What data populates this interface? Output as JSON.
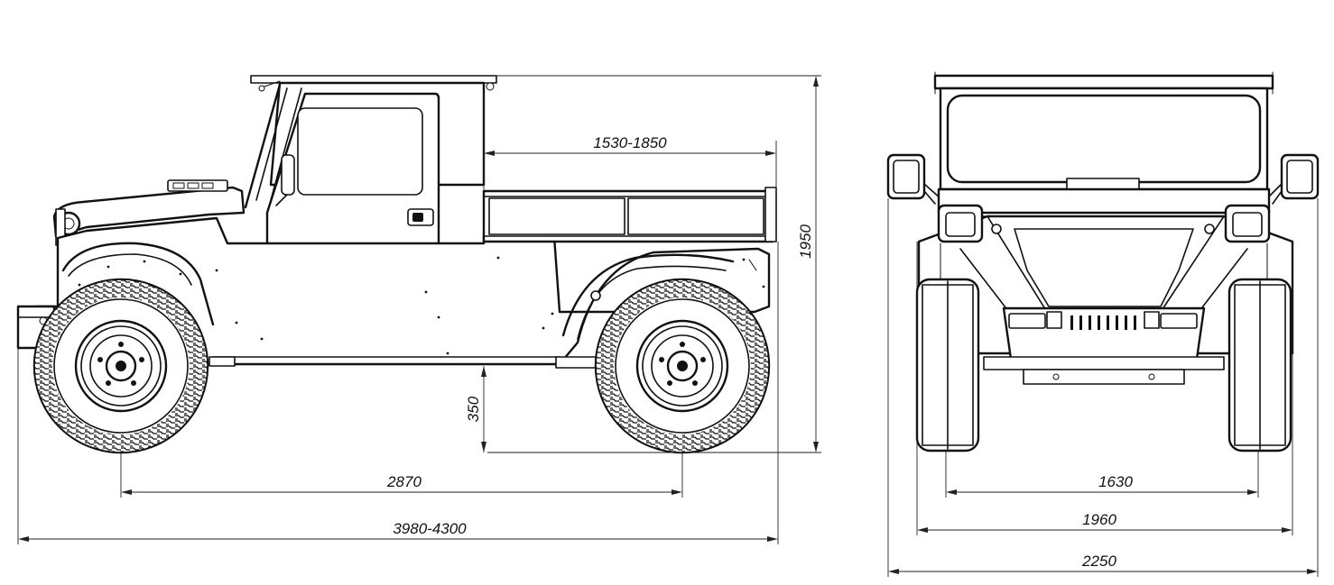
{
  "diagram": {
    "views": {
      "side": {
        "dimensions": {
          "cargo_length": "1530-1850",
          "height": "1950",
          "ground_clearance": "350",
          "wheelbase": "2870",
          "overall_length": "3980-4300"
        }
      },
      "front": {
        "dimensions": {
          "track": "1630",
          "body_width": "1960",
          "mirror_width": "2250"
        }
      }
    },
    "colors": {
      "line": "#111111",
      "background": "#ffffff"
    }
  }
}
